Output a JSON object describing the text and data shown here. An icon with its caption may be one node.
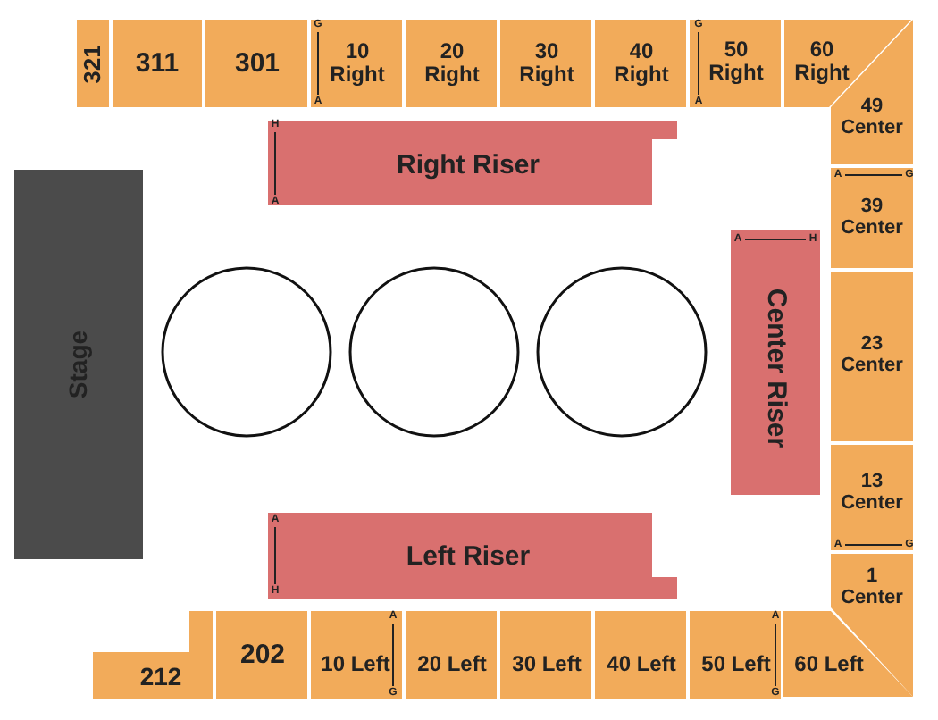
{
  "diagram": {
    "nodes": [
      {
        "text": [
          "321"
        ]
      },
      {
        "text": [
          "311"
        ]
      },
      {
        "text": [
          "301"
        ]
      },
      {
        "text": [
          "10 Right"
        ]
      },
      {
        "text": [
          "20 Right"
        ]
      },
      {
        "text": [
          "30 Right"
        ]
      },
      {
        "text": [
          "40 Right"
        ]
      },
      {
        "text": [
          "50 Right"
        ]
      },
      {
        "text": [
          "60 Right"
        ]
      },
      {
        "text": [
          "49 Center"
        ]
      },
      {
        "text": [
          "Right Riser"
        ]
      },
      {
        "text": [
          "39 Center"
        ]
      },
      {
        "text": [
          "Stage"
        ]
      },
      {
        "text": [],
        "shape": "circle"
      },
      {
        "text": [],
        "shape": "circle"
      },
      {
        "text": [],
        "shape": "circle"
      },
      {
        "text": [
          "Center Riser"
        ]
      },
      {
        "text": [
          "23 Center"
        ]
      },
      {
        "text": [
          "13 Center"
        ]
      },
      {
        "text": [
          "1 Center"
        ]
      },
      {
        "text": [
          "Left Riser"
        ]
      },
      {
        "text": [
          "212"
        ]
      },
      {
        "text": [
          "202"
        ]
      },
      {
        "text": [
          "10 Left"
        ]
      },
      {
        "text": [
          "20 Left"
        ]
      },
      {
        "text": [
          "30 Left"
        ]
      },
      {
        "text": [
          "40 Left"
        ]
      },
      {
        "text": [
          "50 Left"
        ]
      },
      {
        "text": [
          "60 Left"
        ]
      }
    ],
    "labels": [
      "G",
      "A",
      "G",
      "A",
      "H",
      "A",
      "A",
      "G",
      "A",
      "H",
      "A",
      "G",
      "A",
      "H",
      "A",
      "G",
      "A",
      "G"
    ]
  }
}
